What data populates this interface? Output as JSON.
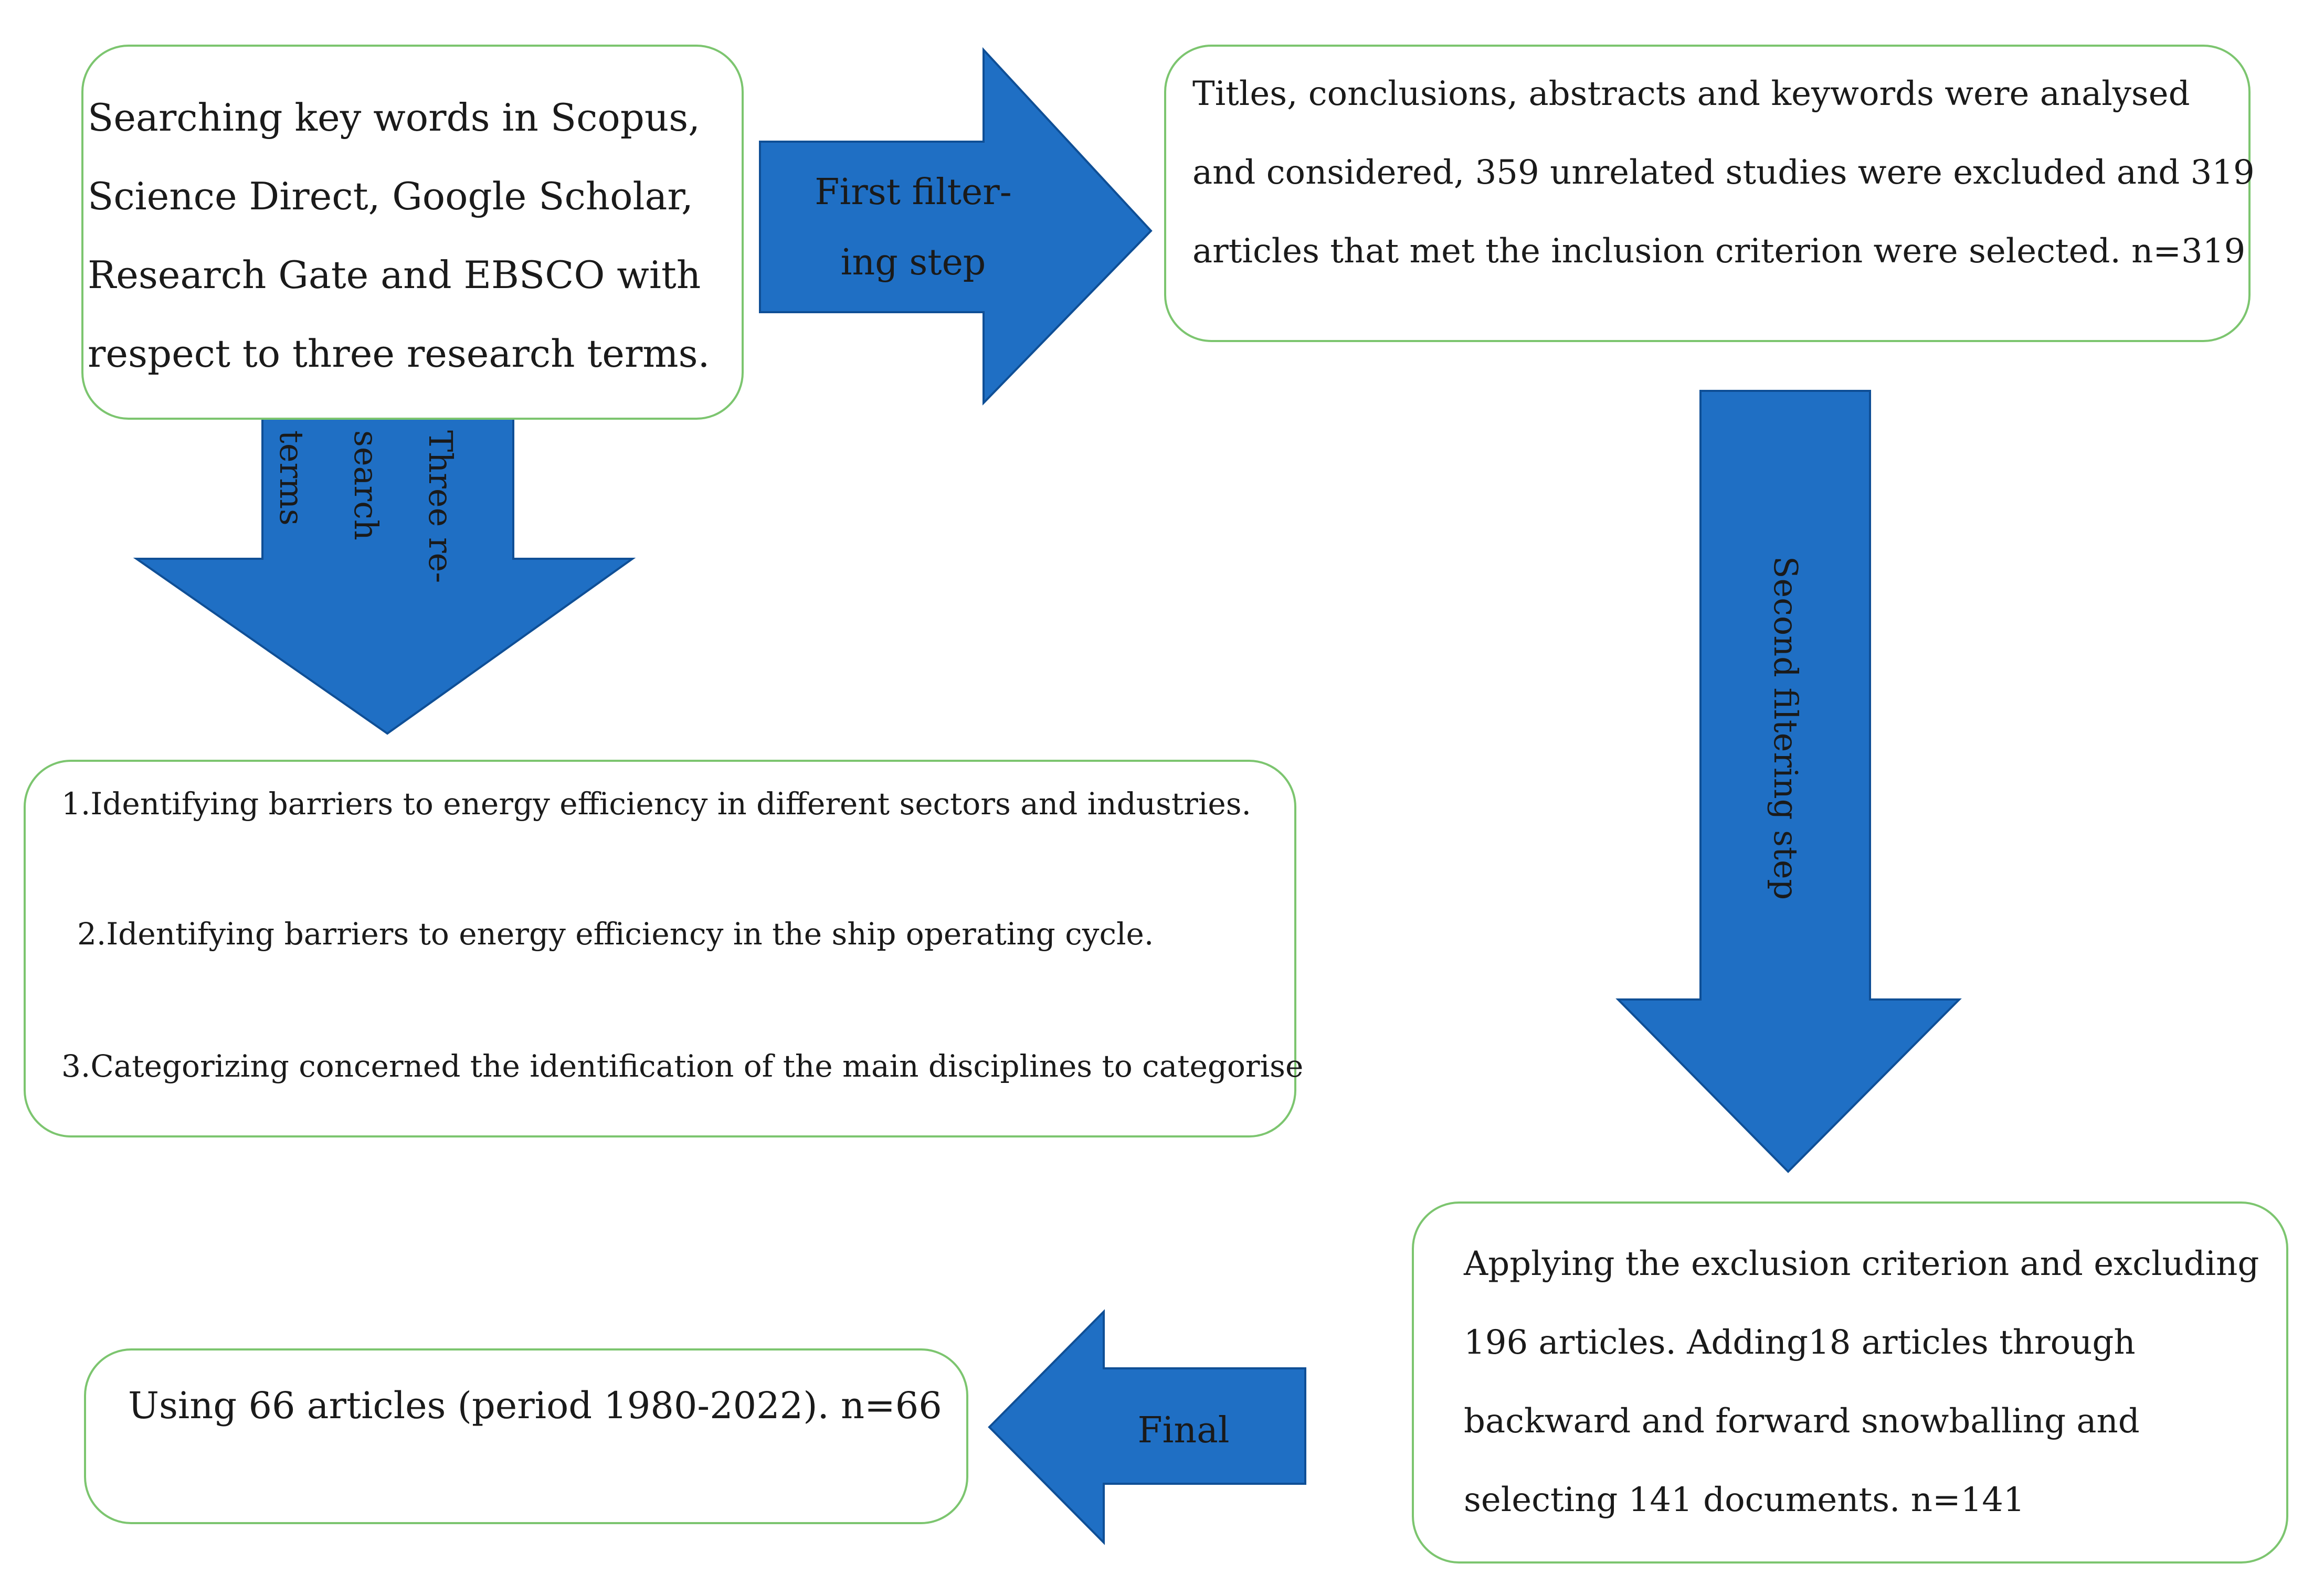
{
  "colors": {
    "arrow_fill": "#1f6fc4",
    "arrow_stroke": "#0f4f96",
    "box_border": "#7cc56f"
  },
  "boxes": {
    "search": "Searching key words in Scopus,\nScience Direct, Google Scholar,\nResearch Gate and EBSCO with\nrespect to three research terms.",
    "titles": "Titles, conclusions, abstracts and keywords were analysed\nand considered, 359 unrelated studies were excluded and 319\narticles that met the inclusion criterion were selected. n=319",
    "terms": [
      "1.Identifying barriers to energy efficiency in different sectors and industries.",
      "2.Identifying barriers to energy efficiency in the ship operating cycle.",
      "3.Categorizing concerned the identification of the main disciplines to categorise"
    ],
    "applying": "Applying the exclusion criterion and excluding\n196 articles. Adding18 articles through\nbackward and forward snowballing and\nselecting 141 documents. n=141",
    "using": "Using 66 articles (period 1980-2022). n=66"
  },
  "arrows": {
    "first_filtering": "First filter-\ning step",
    "three_research_terms": "Three re-\nsearch\nterms",
    "second_filtering": "Second filtering step",
    "final": "Final"
  }
}
